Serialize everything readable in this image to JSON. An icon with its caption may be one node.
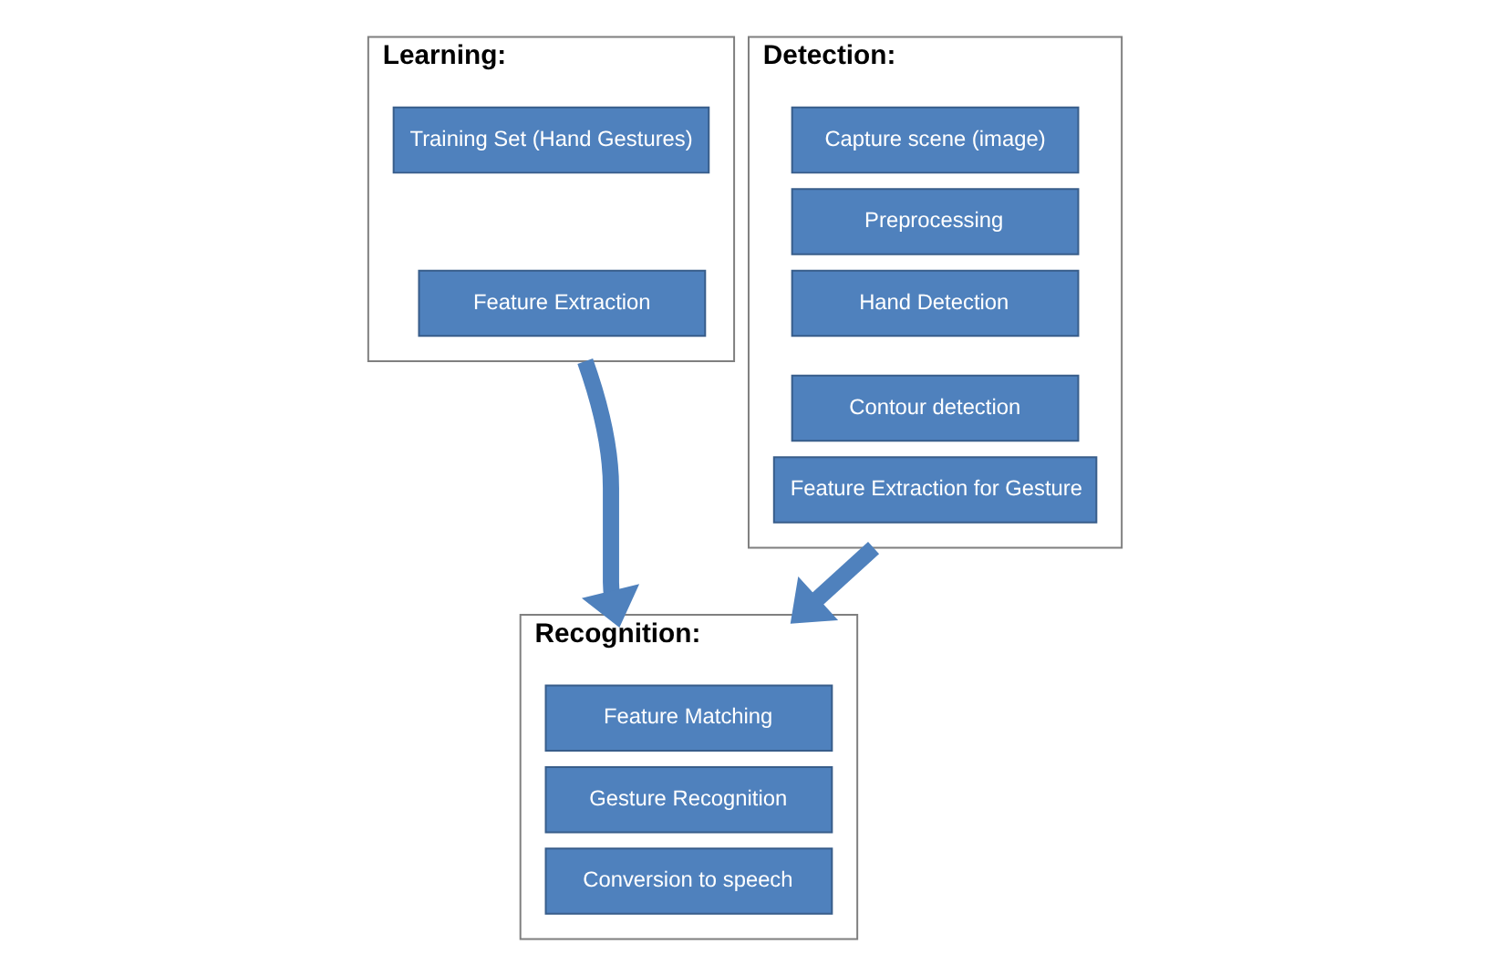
{
  "diagram": {
    "nodes": [
      {
        "text": [
          "Learning:"
        ]
      },
      {
        "text": [
          "Training Set (Hand Gestures)"
        ],
        "in": 0
      },
      {
        "text": [
          "Feature Extraction"
        ],
        "in": 0
      },
      {
        "text": [
          "Detection:"
        ]
      },
      {
        "text": [
          "Capture scene (image)"
        ],
        "in": 3
      },
      {
        "text": [
          "Preprocessing"
        ],
        "in": 3
      },
      {
        "text": [
          "Hand Detection"
        ],
        "in": 3
      },
      {
        "text": [
          "Contour detection"
        ],
        "in": 3
      },
      {
        "text": [
          "Feature Extraction for Gesture"
        ],
        "in": 3
      },
      {
        "text": [
          "Recognition:"
        ]
      },
      {
        "text": [
          "Feature Matching"
        ],
        "in": 9
      },
      {
        "text": [
          "Gesture Recognition"
        ],
        "in": 9
      },
      {
        "text": [
          "Conversion to speech"
        ],
        "in": 9
      }
    ],
    "edges": [
      {
        "from": 0,
        "to": 9,
        "arrow": "to"
      },
      {
        "from": 3,
        "to": 9,
        "arrow": "to"
      }
    ]
  }
}
